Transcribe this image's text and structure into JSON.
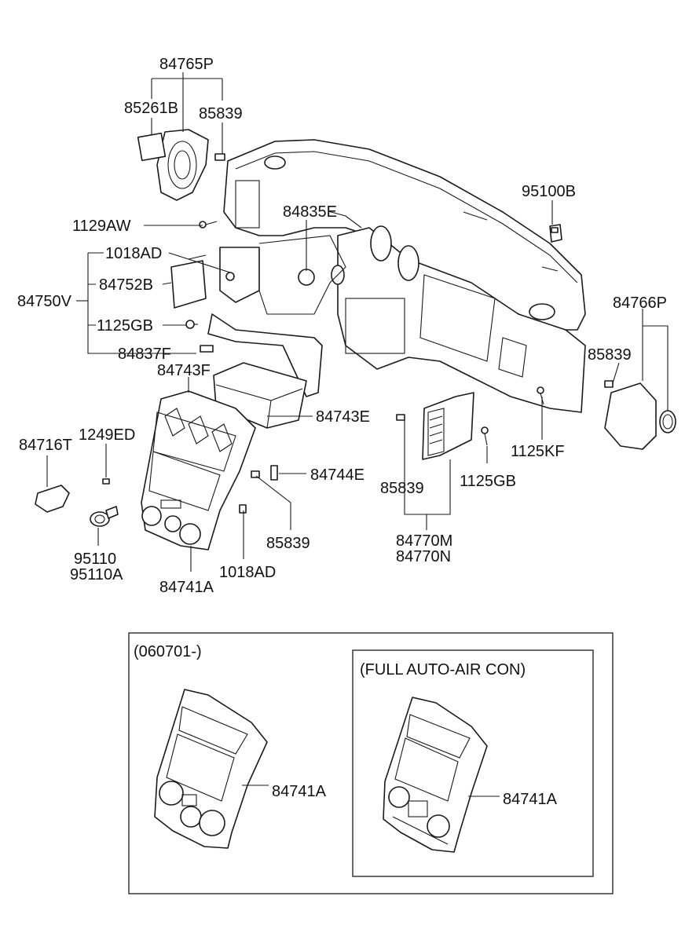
{
  "labels": {
    "p84765P": "84765P",
    "p85261B": "85261B",
    "p85839_top": "85839",
    "p1129AW": "1129AW",
    "p84835E": "84835E",
    "p95100B": "95100B",
    "p1018AD_top": "1018AD",
    "p84752B": "84752B",
    "p84750V": "84750V",
    "p1125GB_left": "1125GB",
    "p84837F": "84837F",
    "p84743F": "84743F",
    "p84743E": "84743E",
    "p84766P": "84766P",
    "p85839_right": "85839",
    "p1125KF": "1125KF",
    "p84716T": "84716T",
    "p1249ED": "1249ED",
    "p84744E": "84744E",
    "p85839_mid": "85839",
    "p1125GB_right": "1125GB",
    "p85839_low": "85839",
    "p95110": "95110",
    "p95110A": "95110A",
    "p84741A": "84741A",
    "p1018AD_low": "1018AD",
    "p84770M": "84770M",
    "p84770N": "84770N",
    "p84741A_box1": "84741A",
    "p84741A_box2": "84741A"
  },
  "boxes": {
    "outer_title": "(060701-)",
    "inner_title": "(FULL AUTO-AIR CON)"
  }
}
